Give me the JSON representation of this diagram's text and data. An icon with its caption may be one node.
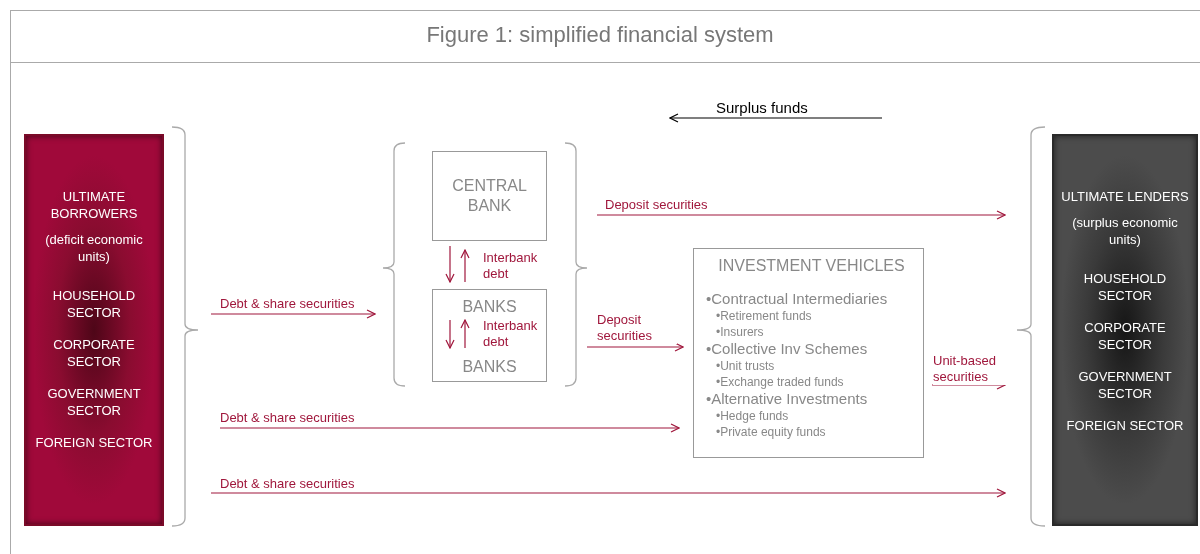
{
  "diagram": {
    "title": "Figure 1: simplified financial system",
    "nodes": [
      {
        "text": [
          "ULTIMATE BORROWERS",
          "(deficit economic units)",
          "HOUSEHOLD SECTOR",
          "CORPORATE SECTOR",
          "GOVERNMENT SECTOR",
          "FOREIGN SECTOR"
        ]
      },
      {
        "text": [
          "CENTRAL BANK"
        ]
      },
      {
        "text": [],
        "shape": "box"
      },
      {
        "text": [
          "BANKS"
        ],
        "in": 2
      },
      {
        "text": [
          "BANKS"
        ],
        "in": 2
      },
      {
        "text": [
          "INVESTMENT VEHICLES",
          "•Contractual Intermediaries",
          "•Retirement funds",
          "•Insurers",
          "•Collective Inv Schemes",
          "•Unit trusts",
          "•Exchange traded funds",
          "•Alternative Investments",
          "•Hedge funds",
          "•Private equity funds"
        ]
      },
      {
        "text": [
          "ULTIMATE LENDERS",
          "(surplus economic units)",
          "HOUSEHOLD SECTOR",
          "CORPORATE SECTOR",
          "GOVERNMENT SECTOR",
          "FOREIGN SECTOR"
        ]
      }
    ],
    "edges": [
      {
        "from": 0,
        "to": 2,
        "arrow": "to",
        "label": "Debt & share securities"
      },
      {
        "from": 1,
        "to": 6,
        "arrow": "to",
        "label": "Deposit securities"
      },
      {
        "from": 2,
        "to": 5,
        "arrow": "to",
        "label": "Deposit securities"
      },
      {
        "from": 0,
        "to": 5,
        "arrow": "to",
        "label": "Debt & share securities"
      },
      {
        "from": 0,
        "to": 6,
        "arrow": "to",
        "label": "Debt & share securities"
      },
      {
        "from": 5,
        "to": 6,
        "arrow": "to",
        "label": "Unit-based securities"
      },
      {
        "from": 1,
        "to": 2,
        "arrow": "to"
      },
      {
        "from": 2,
        "to": 1,
        "arrow": "to",
        "label": "Interbank debt"
      },
      {
        "from": 3,
        "to": 4,
        "arrow": "to"
      },
      {
        "from": 4,
        "to": 3,
        "arrow": "to",
        "label": "Interbank debt"
      }
    ],
    "labels": [
      "Surplus funds"
    ]
  }
}
